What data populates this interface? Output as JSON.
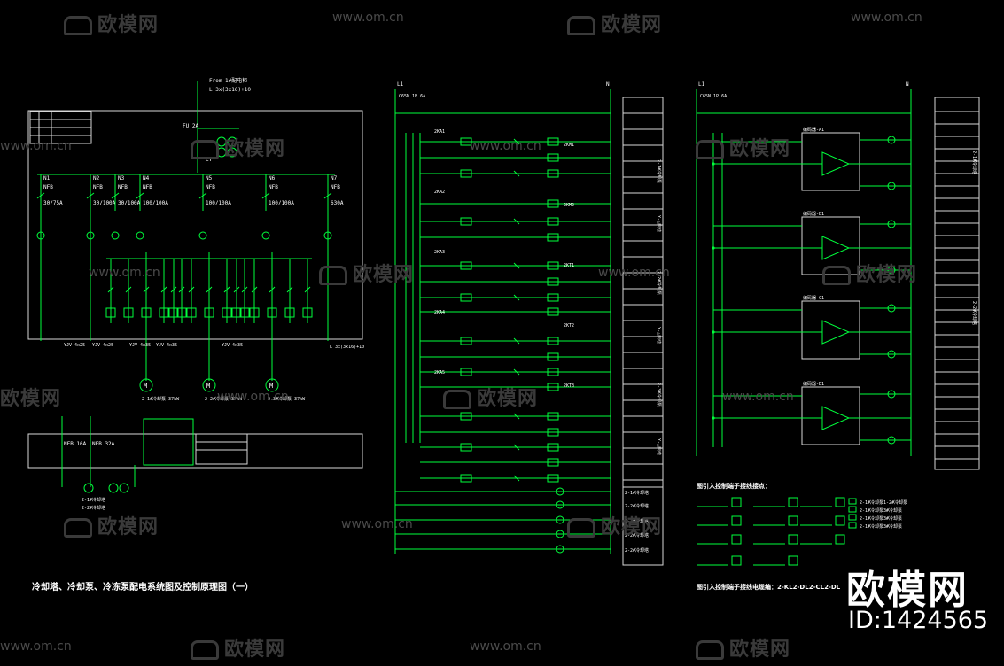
{
  "title": "冷却塔、冷却泵、冷冻泵配电系统图及控制原理图（一）",
  "watermark": {
    "brand_text": "欧模网",
    "url_text": "www.om.cn",
    "logo_icon": "sofa-icon"
  },
  "brand": {
    "name": "欧模网",
    "id_label": "ID:1424565"
  },
  "colors": {
    "background": "#000000",
    "wire": "#00ff3c",
    "frame": "#d8d8d8",
    "text": "#ffffff",
    "watermark": "#3a3a3a"
  },
  "panel1": {
    "feeder_label": "From-1#配电柜",
    "feeder_cable": "L 3x(3x16)+10",
    "main_breaker": "NFB",
    "main_fuse": "FU 2A",
    "transformer": "CT",
    "feeders": [
      "N1",
      "N2",
      "N3",
      "N4",
      "N5",
      "N6",
      "N7"
    ],
    "feeder_ratings": [
      "30/75A",
      "30/100A",
      "30/100A",
      "100/100A",
      "100/100A",
      "100/100A",
      "630A"
    ],
    "motors": [
      "M",
      "M",
      "M"
    ],
    "motor_ratings": [
      "2-1#冷却泵 37kW",
      "2-2#冷却泵 37kW",
      "2-3#冷却泵 37kW"
    ],
    "lower_breakers": [
      "NFB 16A",
      "NFB 32A"
    ],
    "lower_motors": [
      "2-1#冷却塔",
      "2-2#冷却塔"
    ],
    "cables": [
      "YJV-4x25",
      "YJV-4x25",
      "YJV-4x35",
      "YJV-4x35",
      "YJV-4x35"
    ]
  },
  "panel2": {
    "supply": [
      "L1",
      "N"
    ],
    "breaker": "C65N 1P 6A",
    "contacts": [
      "2KA1",
      "2KA2",
      "2KA3",
      "2KA4",
      "2KA5"
    ],
    "coils": [
      "2KM1",
      "2KM2",
      "2KT1",
      "2KT2",
      "2KT3"
    ],
    "terminal_labels": [
      "2-1#冷却泵",
      "Y-△启动",
      "2-2#冷却泵",
      "Y-△启动",
      "2-3#冷却泵",
      "Y-△启动"
    ],
    "bottom_labels": [
      "2-1#冷却塔",
      "2-2#冷却塔",
      "2-1#冷却塔",
      "2-2#冷却塔",
      "2-2#冷却塔"
    ]
  },
  "panel3": {
    "supply": [
      "L1",
      "N"
    ],
    "breaker": "C65N 1P 6A",
    "units": [
      "编码器-A1",
      "编码器-B1",
      "编码器-C1",
      "编码器-D1"
    ],
    "terminal_labels": [
      "2-1#冷却塔",
      "2-2#冷却塔"
    ],
    "note1": "图引入控制端子接线接点：",
    "note2": "图引入控制端子接线电缆编：2-KL2-DL2-CL2-DL",
    "legend": [
      "2-1#冷却泵1-2#冷却泵",
      "2-1#冷却泵3#冷却泵",
      "2-1#冷却泵3#冷却泵",
      "2-1#冷却泵3#冷却泵"
    ]
  }
}
